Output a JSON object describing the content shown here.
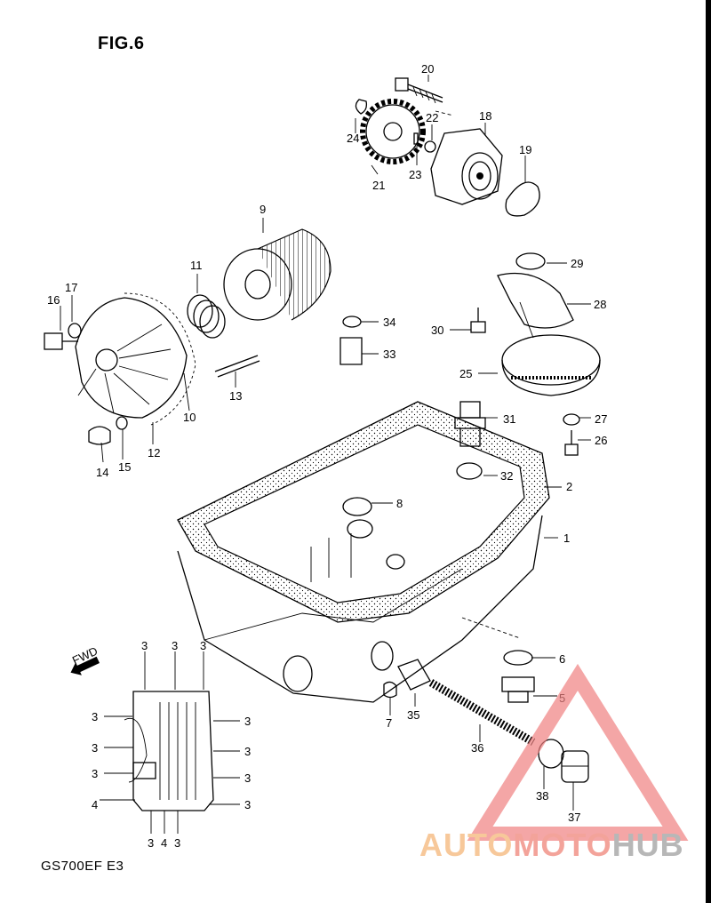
{
  "figure": {
    "title": "FIG.6",
    "footer": "GS700EF E3",
    "fwd_label": "FWD"
  },
  "watermark": {
    "part1": "AUTO",
    "part2": "MOTO",
    "part3": "HUB",
    "colors": {
      "auto": "#f7c89a",
      "moto": "#f3a39a",
      "hub": "#b7b7b7",
      "triangle": "#f08080"
    }
  },
  "callouts": [
    {
      "id": "c1",
      "label": "1"
    },
    {
      "id": "c2",
      "label": "2"
    },
    {
      "id": "c3a",
      "label": "3"
    },
    {
      "id": "c4",
      "label": "4"
    },
    {
      "id": "c5",
      "label": "5"
    },
    {
      "id": "c6",
      "label": "6"
    },
    {
      "id": "c7",
      "label": "7"
    },
    {
      "id": "c8",
      "label": "8"
    },
    {
      "id": "c9",
      "label": "9"
    },
    {
      "id": "c10",
      "label": "10"
    },
    {
      "id": "c11",
      "label": "11"
    },
    {
      "id": "c12",
      "label": "12"
    },
    {
      "id": "c13",
      "label": "13"
    },
    {
      "id": "c14",
      "label": "14"
    },
    {
      "id": "c15",
      "label": "15"
    },
    {
      "id": "c16",
      "label": "16"
    },
    {
      "id": "c17",
      "label": "17"
    },
    {
      "id": "c18",
      "label": "18"
    },
    {
      "id": "c19",
      "label": "19"
    },
    {
      "id": "c20",
      "label": "20"
    },
    {
      "id": "c21",
      "label": "21"
    },
    {
      "id": "c22",
      "label": "22"
    },
    {
      "id": "c23",
      "label": "23"
    },
    {
      "id": "c24",
      "label": "24"
    },
    {
      "id": "c25",
      "label": "25"
    },
    {
      "id": "c26",
      "label": "26"
    },
    {
      "id": "c27",
      "label": "27"
    },
    {
      "id": "c28",
      "label": "28"
    },
    {
      "id": "c29",
      "label": "29"
    },
    {
      "id": "c30",
      "label": "30"
    },
    {
      "id": "c31",
      "label": "31"
    },
    {
      "id": "c32",
      "label": "32"
    },
    {
      "id": "c33",
      "label": "33"
    },
    {
      "id": "c34",
      "label": "34"
    },
    {
      "id": "c35",
      "label": "35"
    },
    {
      "id": "c36",
      "label": "36"
    },
    {
      "id": "c37",
      "label": "37"
    },
    {
      "id": "c38",
      "label": "38"
    }
  ],
  "bottom_view_labels": {
    "three": "3",
    "four": "4"
  }
}
